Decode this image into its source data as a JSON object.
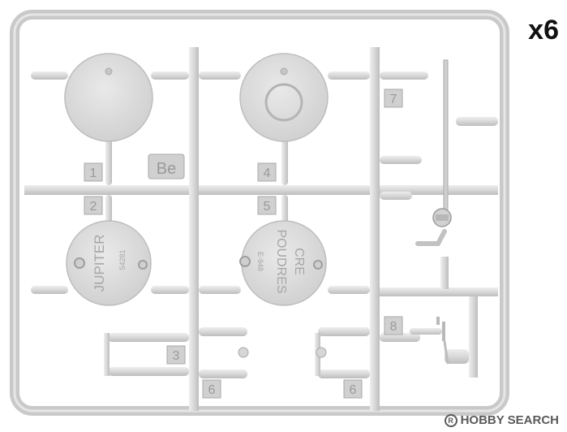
{
  "count_label": "x6",
  "watermark": {
    "brand": "HOBBY SEARCH"
  },
  "sprue": {
    "part_numbers": [
      "1",
      "2",
      "3",
      "4",
      "5",
      "6",
      "6",
      "7",
      "8"
    ],
    "embossed_logo": "Be",
    "part_2_text": "JUPITER",
    "part_2_subtext": "54281",
    "part_5_text_line1": "POUDRES",
    "part_5_text_line2": "CRE",
    "part_5_subtext": "E-948"
  },
  "colors": {
    "plastic": "#d9d9d9",
    "plastic_shadow": "#b9b9b9",
    "plastic_highlight": "#ececec",
    "background": "#ffffff"
  }
}
